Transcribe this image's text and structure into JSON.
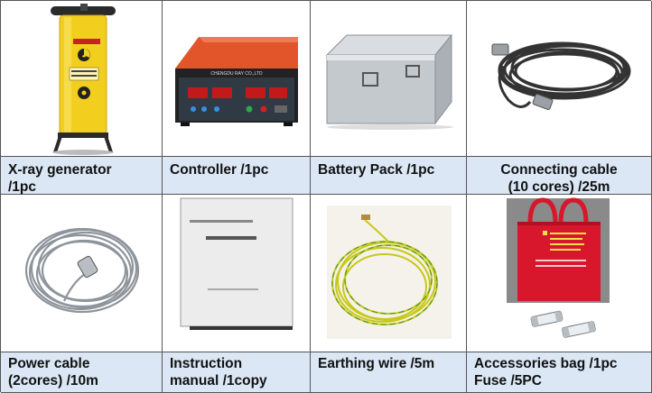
{
  "items": [
    {
      "caption_lines": [
        "X-ray generator",
        "/1pc"
      ],
      "illustration": "x-ray-generator-icon"
    },
    {
      "caption_lines": [
        "Controller /1pc"
      ],
      "illustration": "controller-box-icon",
      "device_label": "CHENGDU RAY CO.,LTD"
    },
    {
      "caption_lines": [
        "Battery Pack /1pc"
      ],
      "illustration": "battery-case-icon"
    },
    {
      "caption_lines": [
        "Connecting cable",
        "(10 cores) /25m"
      ],
      "illustration": "coiled-cable-icon"
    },
    {
      "caption_lines": [
        "Power cable",
        "(2cores) /10m"
      ],
      "illustration": "power-cable-icon"
    },
    {
      "caption_lines": [
        "Instruction",
        "manual /1copy"
      ],
      "illustration": "manual-booklet-icon"
    },
    {
      "caption_lines": [
        "Earthing wire /5m"
      ],
      "illustration": "earthing-wire-icon"
    },
    {
      "caption_lines": [
        "Accessories bag /1pc",
        "Fuse /5PC"
      ],
      "illustration": "accessories-bag-icon"
    }
  ],
  "colors": {
    "caption_bg": "#dbe7f5",
    "generator_yellow": "#f2cf1e",
    "controller_orange": "#e2552b",
    "bag_red": "#d8162c"
  }
}
